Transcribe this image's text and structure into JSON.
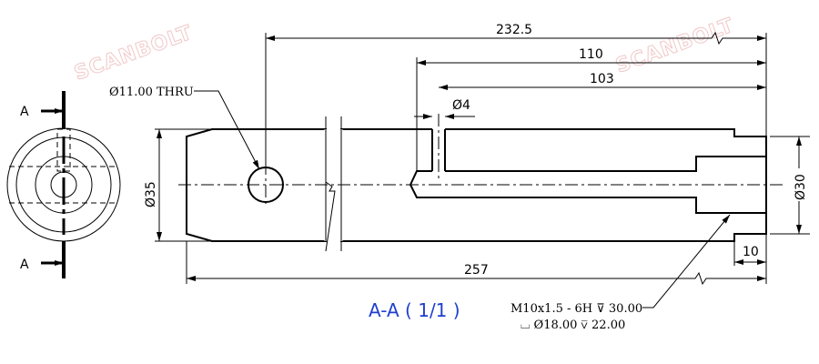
{
  "watermark": "SCANBOLT",
  "section_label": "A",
  "view_title": "A-A ( 1/1 )",
  "title_color": "#1f3fd0",
  "dimensions": {
    "overall_to_hole": "232.5",
    "bore_depth": "110",
    "cross_hole_position": "103",
    "cross_hole_dia": "Ø4",
    "outer_dia": "Ø35",
    "step_dia": "Ø30",
    "step_length": "10",
    "overall_length": "257"
  },
  "callouts": {
    "thru_hole": "Ø11.00 THRU",
    "thread": "M10x1.5 - 6H ⊽ 30.00",
    "counterbore": "⌴ Ø18.00 ⊽ 22.00"
  }
}
